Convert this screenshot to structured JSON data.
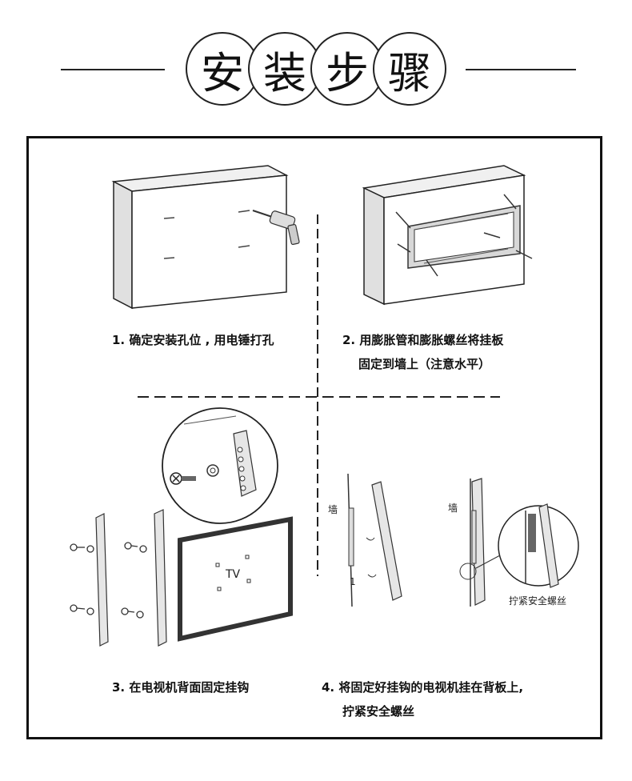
{
  "header": {
    "chars": [
      "安",
      "装",
      "步",
      "骤"
    ]
  },
  "steps": [
    {
      "caption": "1. 确定安装孔位 , 用电锤打孔"
    },
    {
      "caption_line1": "2. 用膨胀管和膨胀螺丝将挂板",
      "caption_line2": "固定到墙上（注意水平）"
    },
    {
      "caption": "3. 在电视机背面固定挂钩"
    },
    {
      "caption_line1": "4. 将固定好挂钩的电视机挂在背板上,",
      "caption_line2": "拧紧安全螺丝"
    }
  ],
  "labels": {
    "wall_left": "墙",
    "wall_right": "墙",
    "tv": "TV",
    "tighten": "拧紧安全螺丝",
    "num1": "1"
  },
  "colors": {
    "line": "#222222",
    "wall_face": "#ffffff",
    "wall_side": "#e6e6e6",
    "tv_border": "#333333"
  }
}
